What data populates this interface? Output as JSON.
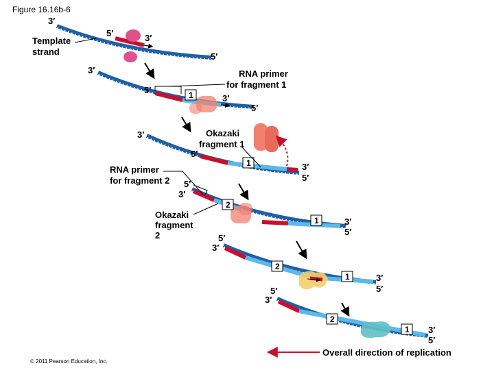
{
  "figure_label": "Figure 16.16b-6",
  "copyright": "© 2011 Pearson Education, Inc.",
  "colors": {
    "template_strand": "#1f5fa6",
    "okazaki_dna": "#5bb8e8",
    "rna_primer": "#c8102e",
    "primase": "#e0508a",
    "dna_pol_iii": "#f08070",
    "dna_pol_i": "#f2cf6b",
    "dna_ligase": "#5fc0c8",
    "direction_arrow": "#c8102e"
  },
  "labels": {
    "template_strand": [
      "Template",
      "strand"
    ],
    "rna_primer_fragment_1": [
      "RNA primer",
      "for fragment 1"
    ],
    "okazaki_fragment_1": [
      "Okazaki",
      "fragment 1"
    ],
    "rna_primer_fragment_2": [
      "RNA primer",
      "for fragment 2"
    ],
    "okazaki_fragment_2": [
      "Okazaki",
      "fragment",
      "2"
    ],
    "overall_direction": "Overall direction of replication"
  },
  "end_labels": {
    "three_prime": "3′",
    "five_prime": "5′"
  },
  "fragment_numbers": {
    "one": "1",
    "two": "2"
  },
  "steps": [
    {
      "step": 1,
      "fragments": []
    },
    {
      "step": 2,
      "fragments": [
        "1"
      ]
    },
    {
      "step": 3,
      "fragments": [
        "1"
      ]
    },
    {
      "step": 4,
      "fragments": [
        "2",
        "1"
      ]
    },
    {
      "step": 5,
      "fragments": [
        "2",
        "1"
      ]
    },
    {
      "step": 6,
      "fragments": [
        "2",
        "1"
      ]
    }
  ]
}
